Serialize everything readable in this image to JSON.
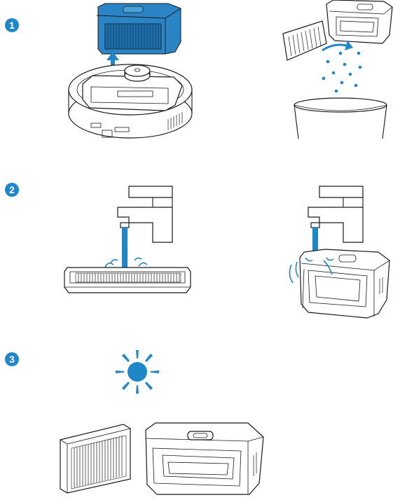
{
  "steps": [
    {
      "number": "1"
    },
    {
      "number": "2"
    },
    {
      "number": "3"
    }
  ],
  "colors": {
    "accent": "#1f86c8",
    "badge_text": "#ffffff",
    "outline": "#1a1a1a",
    "dust_bin_blue": "#2a84c6",
    "water": "#1f86c8",
    "sun": "#1f86c8"
  },
  "icons": {
    "step1_left": "robot-vacuum-remove-dust-bin-icon",
    "step1_right": "empty-dust-bin-into-trash-icon",
    "step2_left": "rinse-filter-under-tap-icon",
    "step2_right": "rinse-dust-bin-under-tap-icon",
    "step3_sun": "sun-icon",
    "step3_bottom": "air-dry-filter-and-dust-bin-icon"
  }
}
